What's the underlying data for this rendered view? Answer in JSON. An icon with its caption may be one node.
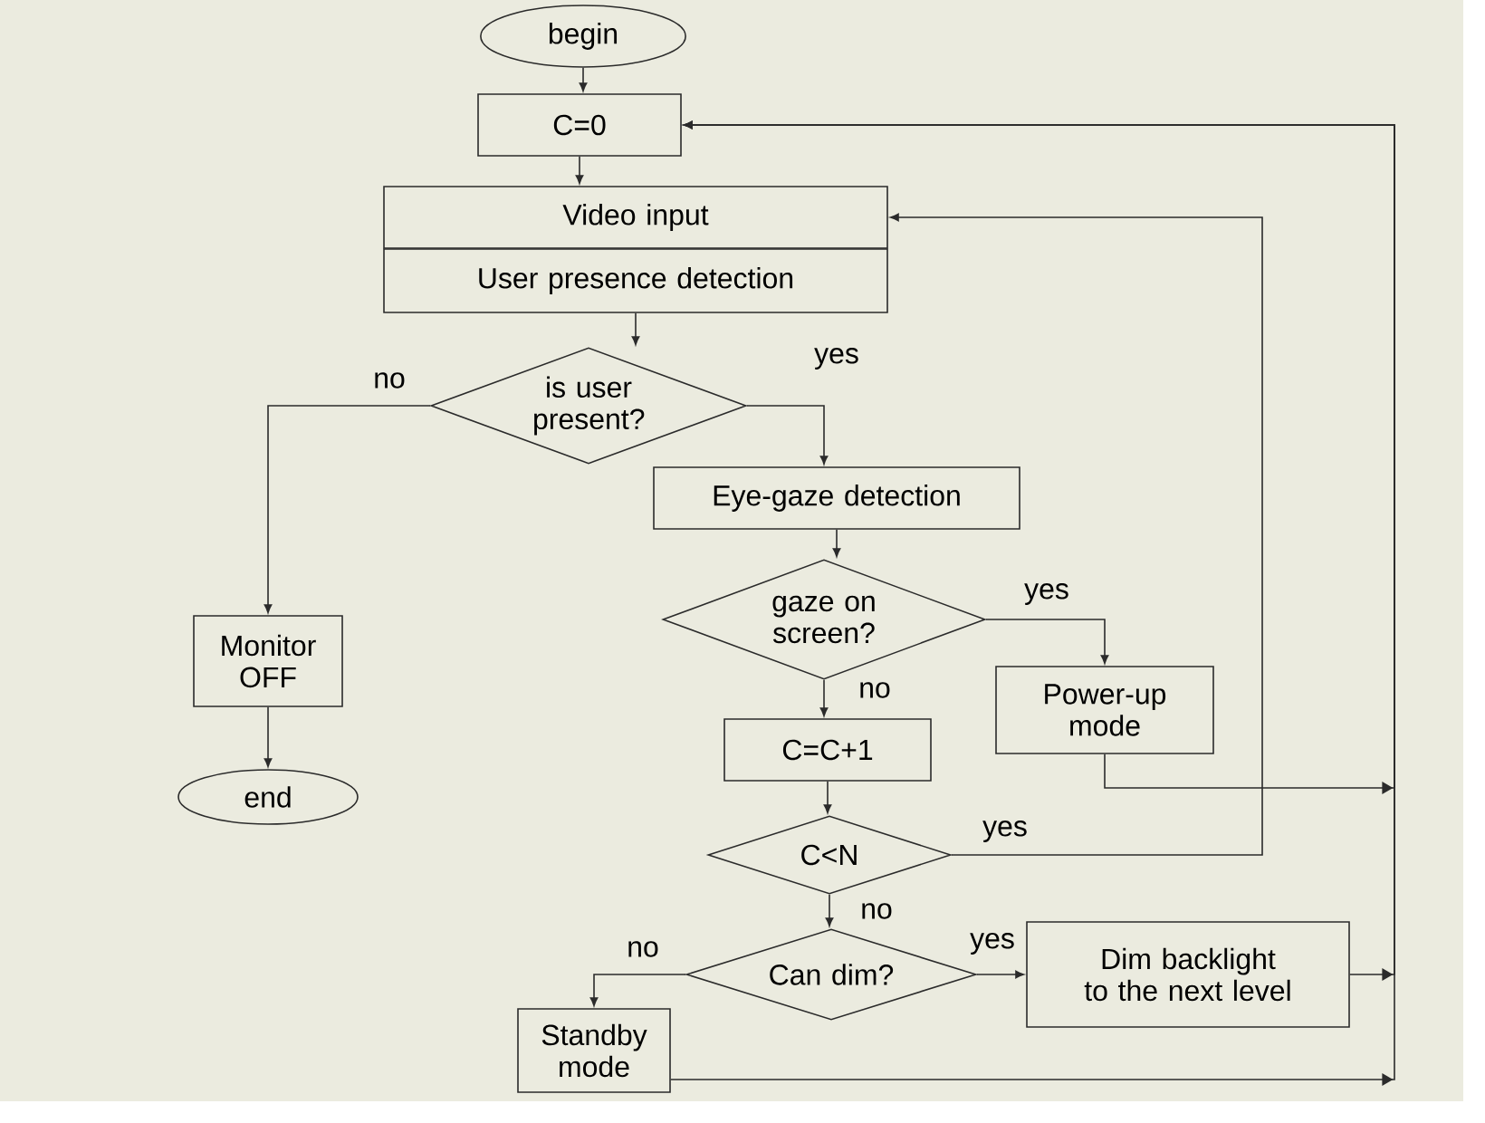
{
  "diagram": {
    "nodes": [
      {
        "text": [
          "begin"
        ]
      },
      {
        "text": [
          "C=0"
        ]
      },
      {
        "text": [
          "Video input"
        ]
      },
      {
        "text": [
          "User presence detection"
        ]
      },
      {
        "text": [
          "is user present?"
        ]
      },
      {
        "text": [
          "Eye-gaze detection"
        ]
      },
      {
        "text": [
          "gaze on screen?"
        ]
      },
      {
        "text": [
          "Monitor OFF"
        ]
      },
      {
        "text": [
          "end"
        ]
      },
      {
        "text": [
          "Power-up mode"
        ]
      },
      {
        "text": [
          "C=C+1"
        ]
      },
      {
        "text": [
          "C<N"
        ]
      },
      {
        "text": [
          "Can dim?"
        ]
      },
      {
        "text": [
          "Dim backlight to the next level"
        ]
      },
      {
        "text": [
          "Standby mode"
        ]
      }
    ],
    "edges": [
      {
        "from": 0,
        "to": 1,
        "arrow": "to"
      },
      {
        "from": 1,
        "to": 2,
        "arrow": "to"
      },
      {
        "from": 3,
        "to": 4,
        "arrow": "to"
      },
      {
        "from": 4,
        "to": 7,
        "arrow": "to",
        "label": "no"
      },
      {
        "from": 4,
        "to": 5,
        "arrow": "to",
        "label": "yes"
      },
      {
        "from": 7,
        "to": 8,
        "arrow": "to"
      },
      {
        "from": 5,
        "to": 6,
        "arrow": "to"
      },
      {
        "from": 6,
        "to": 9,
        "arrow": "to",
        "label": "yes"
      },
      {
        "from": 6,
        "to": 10,
        "arrow": "to",
        "label": "no"
      },
      {
        "from": 10,
        "to": 11,
        "arrow": "to"
      },
      {
        "from": 11,
        "to": 2,
        "arrow": "to",
        "label": "yes"
      },
      {
        "from": 11,
        "to": 12,
        "arrow": "to",
        "label": "no"
      },
      {
        "from": 12,
        "to": 13,
        "arrow": "to",
        "label": "yes"
      },
      {
        "from": 12,
        "to": 14,
        "arrow": "to",
        "label": "no"
      },
      {
        "from": 9,
        "to": 1,
        "arrow": "to"
      },
      {
        "from": 13,
        "to": 1,
        "arrow": "to"
      },
      {
        "from": 14,
        "to": 1,
        "arrow": "to"
      }
    ]
  }
}
